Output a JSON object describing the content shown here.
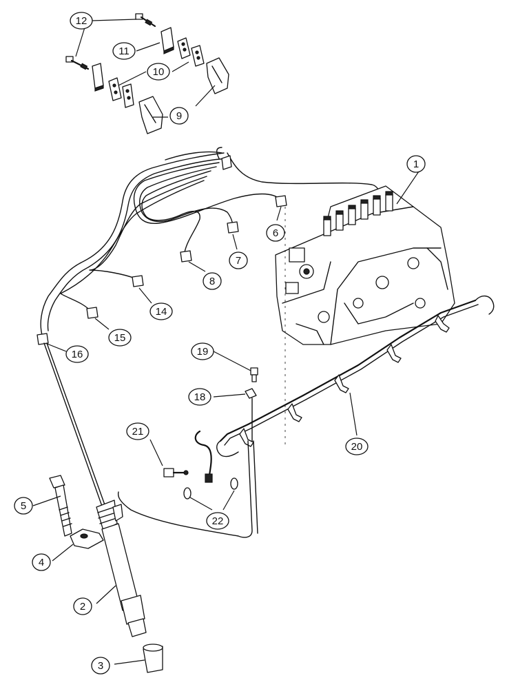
{
  "diagram": {
    "callouts": [
      {
        "id": "c1",
        "label": "1"
      },
      {
        "id": "c2",
        "label": "2"
      },
      {
        "id": "c3",
        "label": "3"
      },
      {
        "id": "c4",
        "label": "4"
      },
      {
        "id": "c5",
        "label": "5"
      },
      {
        "id": "c6",
        "label": "6"
      },
      {
        "id": "c7",
        "label": "7"
      },
      {
        "id": "c8",
        "label": "8"
      },
      {
        "id": "c9",
        "label": "9"
      },
      {
        "id": "c10",
        "label": "10"
      },
      {
        "id": "c11",
        "label": "11"
      },
      {
        "id": "c12",
        "label": "12"
      },
      {
        "id": "c14",
        "label": "14"
      },
      {
        "id": "c15",
        "label": "15"
      },
      {
        "id": "c16",
        "label": "16"
      },
      {
        "id": "c18",
        "label": "18"
      },
      {
        "id": "c19",
        "label": "19"
      },
      {
        "id": "c20",
        "label": "20"
      },
      {
        "id": "c21",
        "label": "21"
      },
      {
        "id": "c22",
        "label": "22"
      }
    ],
    "colors": {
      "ink": "#111111",
      "background": "#ffffff"
    }
  }
}
